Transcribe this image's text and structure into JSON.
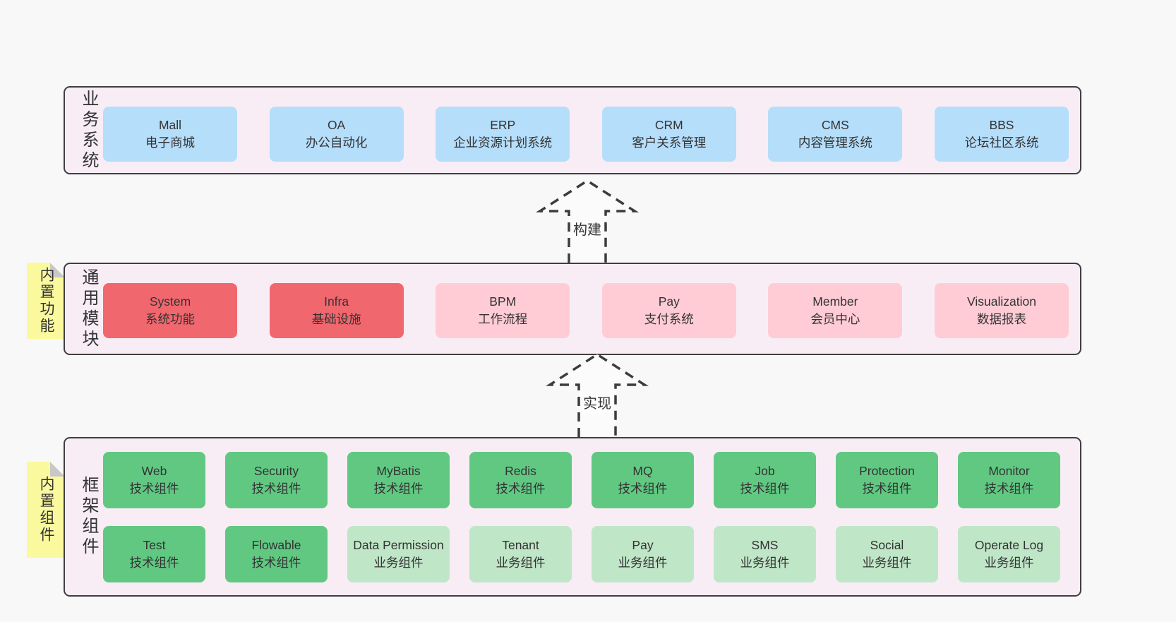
{
  "colors": {
    "page_background": "#f8f8f8",
    "container_background": "#f8edf5",
    "container_border": "#3f3f3f",
    "blue_box": "#b5defb",
    "red_box": "#f1676e",
    "pink_box": "#ffccd5",
    "green_box": "#61c882",
    "light_green_box": "#c0e6c8",
    "note_yellow": "#fbf99d",
    "note_fold_gray": "#c8c8c8",
    "text": "#333333"
  },
  "arrows": [
    {
      "label": "构建"
    },
    {
      "label": "实现"
    }
  ],
  "layers": [
    {
      "side_label": "业务系统",
      "boxes": [
        {
          "title": "Mall",
          "subtitle": "电子商城",
          "variant": "blue"
        },
        {
          "title": "OA",
          "subtitle": "办公自动化",
          "variant": "blue"
        },
        {
          "title": "ERP",
          "subtitle": "企业资源计划系统",
          "variant": "blue"
        },
        {
          "title": "CRM",
          "subtitle": "客户关系管理",
          "variant": "blue"
        },
        {
          "title": "CMS",
          "subtitle": "内容管理系统",
          "variant": "blue"
        },
        {
          "title": "BBS",
          "subtitle": "论坛社区系统",
          "variant": "blue"
        }
      ]
    },
    {
      "side_label": "通用模块",
      "note": "内置功能",
      "boxes": [
        {
          "title": "System",
          "subtitle": "系统功能",
          "variant": "red"
        },
        {
          "title": "Infra",
          "subtitle": "基础设施",
          "variant": "red"
        },
        {
          "title": "BPM",
          "subtitle": "工作流程",
          "variant": "pink"
        },
        {
          "title": "Pay",
          "subtitle": "支付系统",
          "variant": "pink"
        },
        {
          "title": "Member",
          "subtitle": "会员中心",
          "variant": "pink"
        },
        {
          "title": "Visualization",
          "subtitle": "数据报表",
          "variant": "pink"
        }
      ]
    },
    {
      "side_label": "框架组件",
      "note": "内置组件",
      "rows": [
        [
          {
            "title": "Web",
            "subtitle": "技术组件",
            "variant": "green"
          },
          {
            "title": "Security",
            "subtitle": "技术组件",
            "variant": "green"
          },
          {
            "title": "MyBatis",
            "subtitle": "技术组件",
            "variant": "green"
          },
          {
            "title": "Redis",
            "subtitle": "技术组件",
            "variant": "green"
          },
          {
            "title": "MQ",
            "subtitle": "技术组件",
            "variant": "green"
          },
          {
            "title": "Job",
            "subtitle": "技术组件",
            "variant": "green"
          },
          {
            "title": "Protection",
            "subtitle": "技术组件",
            "variant": "green"
          },
          {
            "title": "Monitor",
            "subtitle": "技术组件",
            "variant": "green"
          }
        ],
        [
          {
            "title": "Test",
            "subtitle": "技术组件",
            "variant": "green"
          },
          {
            "title": "Flowable",
            "subtitle": "技术组件",
            "variant": "green"
          },
          {
            "title": "Data Permission",
            "subtitle": "业务组件",
            "variant": "lightgreen"
          },
          {
            "title": "Tenant",
            "subtitle": "业务组件",
            "variant": "lightgreen"
          },
          {
            "title": "Pay",
            "subtitle": "业务组件",
            "variant": "lightgreen"
          },
          {
            "title": "SMS",
            "subtitle": "业务组件",
            "variant": "lightgreen"
          },
          {
            "title": "Social",
            "subtitle": "业务组件",
            "variant": "lightgreen"
          },
          {
            "title": "Operate Log",
            "subtitle": "业务组件",
            "variant": "lightgreen"
          }
        ]
      ]
    }
  ]
}
